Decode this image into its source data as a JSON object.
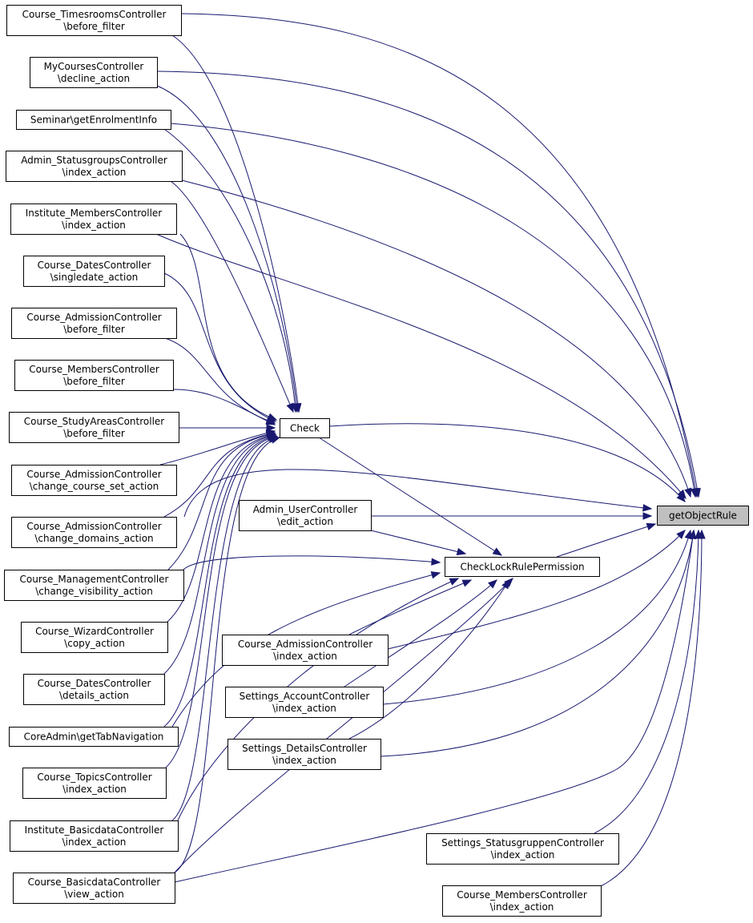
{
  "graph": {
    "type": "call-graph",
    "edge_color": "#191970",
    "focus_fill": "#bfbfbf",
    "target": "getObjectRule",
    "nodes": [
      {
        "id": "n_timesrooms",
        "lines": [
          "Course_TimesroomsController",
          "\\before_filter"
        ]
      },
      {
        "id": "n_mycourses",
        "lines": [
          "MyCoursesController",
          "\\decline_action"
        ]
      },
      {
        "id": "n_seminar",
        "lines": [
          "Seminar\\getEnrolmentInfo"
        ]
      },
      {
        "id": "n_statusgroups",
        "lines": [
          "Admin_StatusgroupsController",
          "\\index_action"
        ]
      },
      {
        "id": "n_instmembers",
        "lines": [
          "Institute_MembersController",
          "\\index_action"
        ]
      },
      {
        "id": "n_dates_single",
        "lines": [
          "Course_DatesController",
          "\\singledate_action"
        ]
      },
      {
        "id": "n_admission_bf",
        "lines": [
          "Course_AdmissionController",
          "\\before_filter"
        ]
      },
      {
        "id": "n_members_bf",
        "lines": [
          "Course_MembersController",
          "\\before_filter"
        ]
      },
      {
        "id": "n_studyareas",
        "lines": [
          "Course_StudyAreasController",
          "\\before_filter"
        ]
      },
      {
        "id": "n_admission_ccs",
        "lines": [
          "Course_AdmissionController",
          "\\change_course_set_action"
        ]
      },
      {
        "id": "n_admission_cd",
        "lines": [
          "Course_AdmissionController",
          "\\change_domains_action"
        ]
      },
      {
        "id": "n_management",
        "lines": [
          "Course_ManagementController",
          "\\change_visibility_action"
        ]
      },
      {
        "id": "n_wizard",
        "lines": [
          "Course_WizardController",
          "\\copy_action"
        ]
      },
      {
        "id": "n_dates_details",
        "lines": [
          "Course_DatesController",
          "\\details_action"
        ]
      },
      {
        "id": "n_coreadmin",
        "lines": [
          "CoreAdmin\\getTabNavigation"
        ]
      },
      {
        "id": "n_topics",
        "lines": [
          "Course_TopicsController",
          "\\index_action"
        ]
      },
      {
        "id": "n_inst_basic",
        "lines": [
          "Institute_BasicdataController",
          "\\index_action"
        ]
      },
      {
        "id": "n_course_basic",
        "lines": [
          "Course_BasicdataController",
          "\\view_action"
        ]
      },
      {
        "id": "n_check",
        "lines": [
          "Check"
        ]
      },
      {
        "id": "n_admin_user",
        "lines": [
          "Admin_UserController",
          "\\edit_action"
        ]
      },
      {
        "id": "n_clrp",
        "lines": [
          "CheckLockRulePermission"
        ]
      },
      {
        "id": "n_adm_index",
        "lines": [
          "Course_AdmissionController",
          "\\index_action"
        ]
      },
      {
        "id": "n_settings_account",
        "lines": [
          "Settings_AccountController",
          "\\index_action"
        ]
      },
      {
        "id": "n_settings_details",
        "lines": [
          "Settings_DetailsController",
          "\\index_action"
        ]
      },
      {
        "id": "n_statusgruppen",
        "lines": [
          "Settings_StatusgruppenController",
          "\\index_action"
        ]
      },
      {
        "id": "n_members_index",
        "lines": [
          "Course_MembersController",
          "\\index_action"
        ]
      },
      {
        "id": "n_getobjectrule",
        "lines": [
          "getObjectRule"
        ],
        "focus": true
      }
    ],
    "edges": [
      [
        "n_timesrooms",
        "n_getobjectrule"
      ],
      [
        "n_timesrooms",
        "n_check"
      ],
      [
        "n_mycourses",
        "n_getobjectrule"
      ],
      [
        "n_mycourses",
        "n_check"
      ],
      [
        "n_seminar",
        "n_getobjectrule"
      ],
      [
        "n_seminar",
        "n_check"
      ],
      [
        "n_statusgroups",
        "n_getobjectrule"
      ],
      [
        "n_statusgroups",
        "n_check"
      ],
      [
        "n_instmembers",
        "n_getobjectrule"
      ],
      [
        "n_instmembers",
        "n_check"
      ],
      [
        "n_dates_single",
        "n_check"
      ],
      [
        "n_admission_bf",
        "n_check"
      ],
      [
        "n_members_bf",
        "n_check"
      ],
      [
        "n_studyareas",
        "n_check"
      ],
      [
        "n_admission_ccs",
        "n_check"
      ],
      [
        "n_admission_cd",
        "n_check"
      ],
      [
        "n_admission_cd",
        "n_getobjectrule"
      ],
      [
        "n_management",
        "n_check"
      ],
      [
        "n_management",
        "n_clrp"
      ],
      [
        "n_wizard",
        "n_check"
      ],
      [
        "n_dates_details",
        "n_check"
      ],
      [
        "n_coreadmin",
        "n_check"
      ],
      [
        "n_coreadmin",
        "n_clrp"
      ],
      [
        "n_topics",
        "n_check"
      ],
      [
        "n_inst_basic",
        "n_check"
      ],
      [
        "n_inst_basic",
        "n_clrp"
      ],
      [
        "n_course_basic",
        "n_check"
      ],
      [
        "n_course_basic",
        "n_clrp"
      ],
      [
        "n_course_basic",
        "n_getobjectrule"
      ],
      [
        "n_check",
        "n_getobjectrule"
      ],
      [
        "n_check",
        "n_clrp"
      ],
      [
        "n_admin_user",
        "n_getobjectrule"
      ],
      [
        "n_admin_user",
        "n_clrp"
      ],
      [
        "n_clrp",
        "n_getobjectrule"
      ],
      [
        "n_adm_index",
        "n_clrp"
      ],
      [
        "n_adm_index",
        "n_getobjectrule"
      ],
      [
        "n_settings_account",
        "n_clrp"
      ],
      [
        "n_settings_account",
        "n_getobjectrule"
      ],
      [
        "n_settings_details",
        "n_clrp"
      ],
      [
        "n_settings_details",
        "n_getobjectrule"
      ],
      [
        "n_statusgruppen",
        "n_getobjectrule"
      ],
      [
        "n_members_index",
        "n_getobjectrule"
      ]
    ]
  }
}
